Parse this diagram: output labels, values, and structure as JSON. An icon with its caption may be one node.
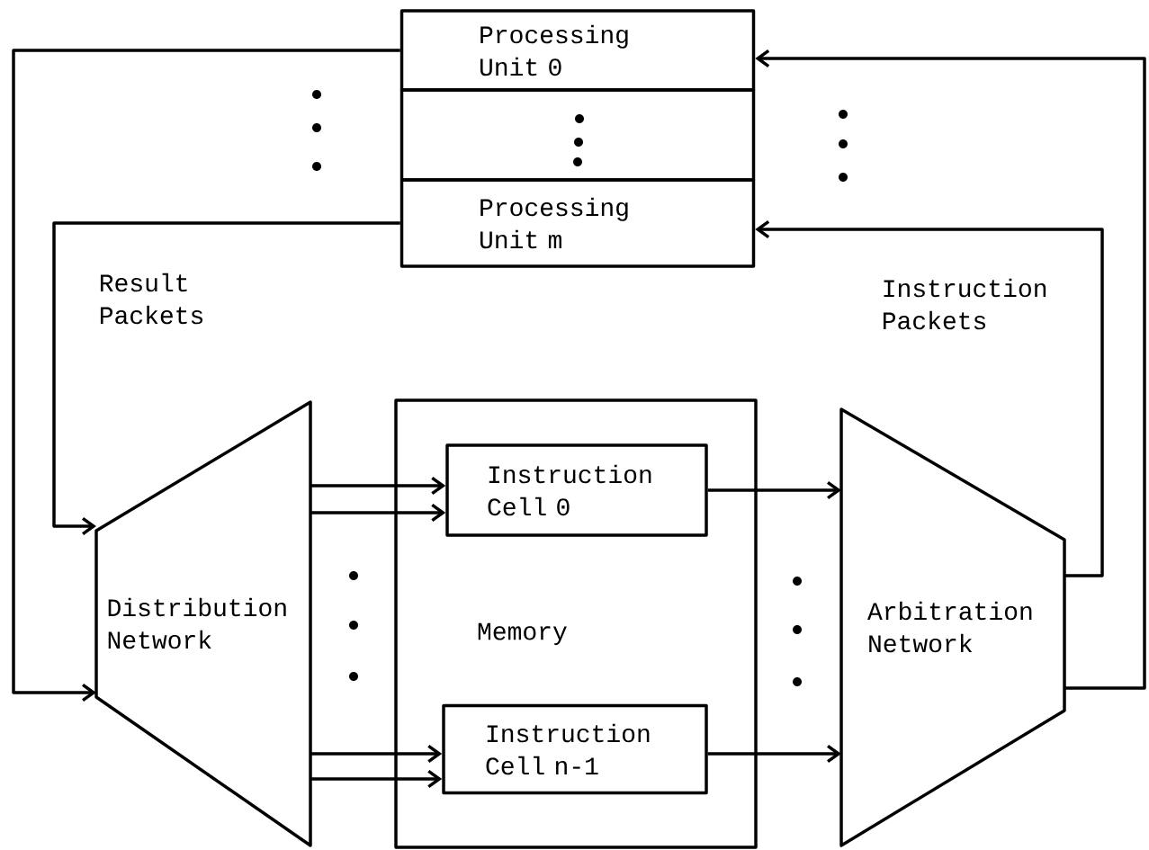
{
  "diagram": {
    "nodes": [
      {
        "text": [
          "Processing Unit 0"
        ]
      },
      {
        "text": [],
        "shape": "box"
      },
      {
        "text": [
          "Processing Unit m"
        ]
      },
      {
        "text": [
          "Memory"
        ]
      },
      {
        "text": [
          "Instruction Cell 0"
        ],
        "in": 3
      },
      {
        "text": [
          "Instruction Cell n-1"
        ],
        "in": 3
      },
      {
        "text": [
          "Distribution Network"
        ]
      },
      {
        "text": [
          "Arbitration Network"
        ]
      }
    ],
    "edges": [
      {
        "from": 0,
        "to": 6,
        "arrow": "to"
      },
      {
        "from": 2,
        "to": 6,
        "arrow": "to"
      },
      {
        "from": 6,
        "to": 4,
        "arrow": "to"
      },
      {
        "from": 6,
        "to": 4,
        "arrow": "to"
      },
      {
        "from": 6,
        "to": 5,
        "arrow": "to"
      },
      {
        "from": 6,
        "to": 5,
        "arrow": "to"
      },
      {
        "from": 4,
        "to": 7,
        "arrow": "to"
      },
      {
        "from": 5,
        "to": 7,
        "arrow": "to"
      },
      {
        "from": 7,
        "to": 2,
        "arrow": "to"
      },
      {
        "from": 7,
        "to": 0,
        "arrow": "to"
      }
    ],
    "labels": [
      "Result Packets",
      "Instruction Packets"
    ]
  }
}
